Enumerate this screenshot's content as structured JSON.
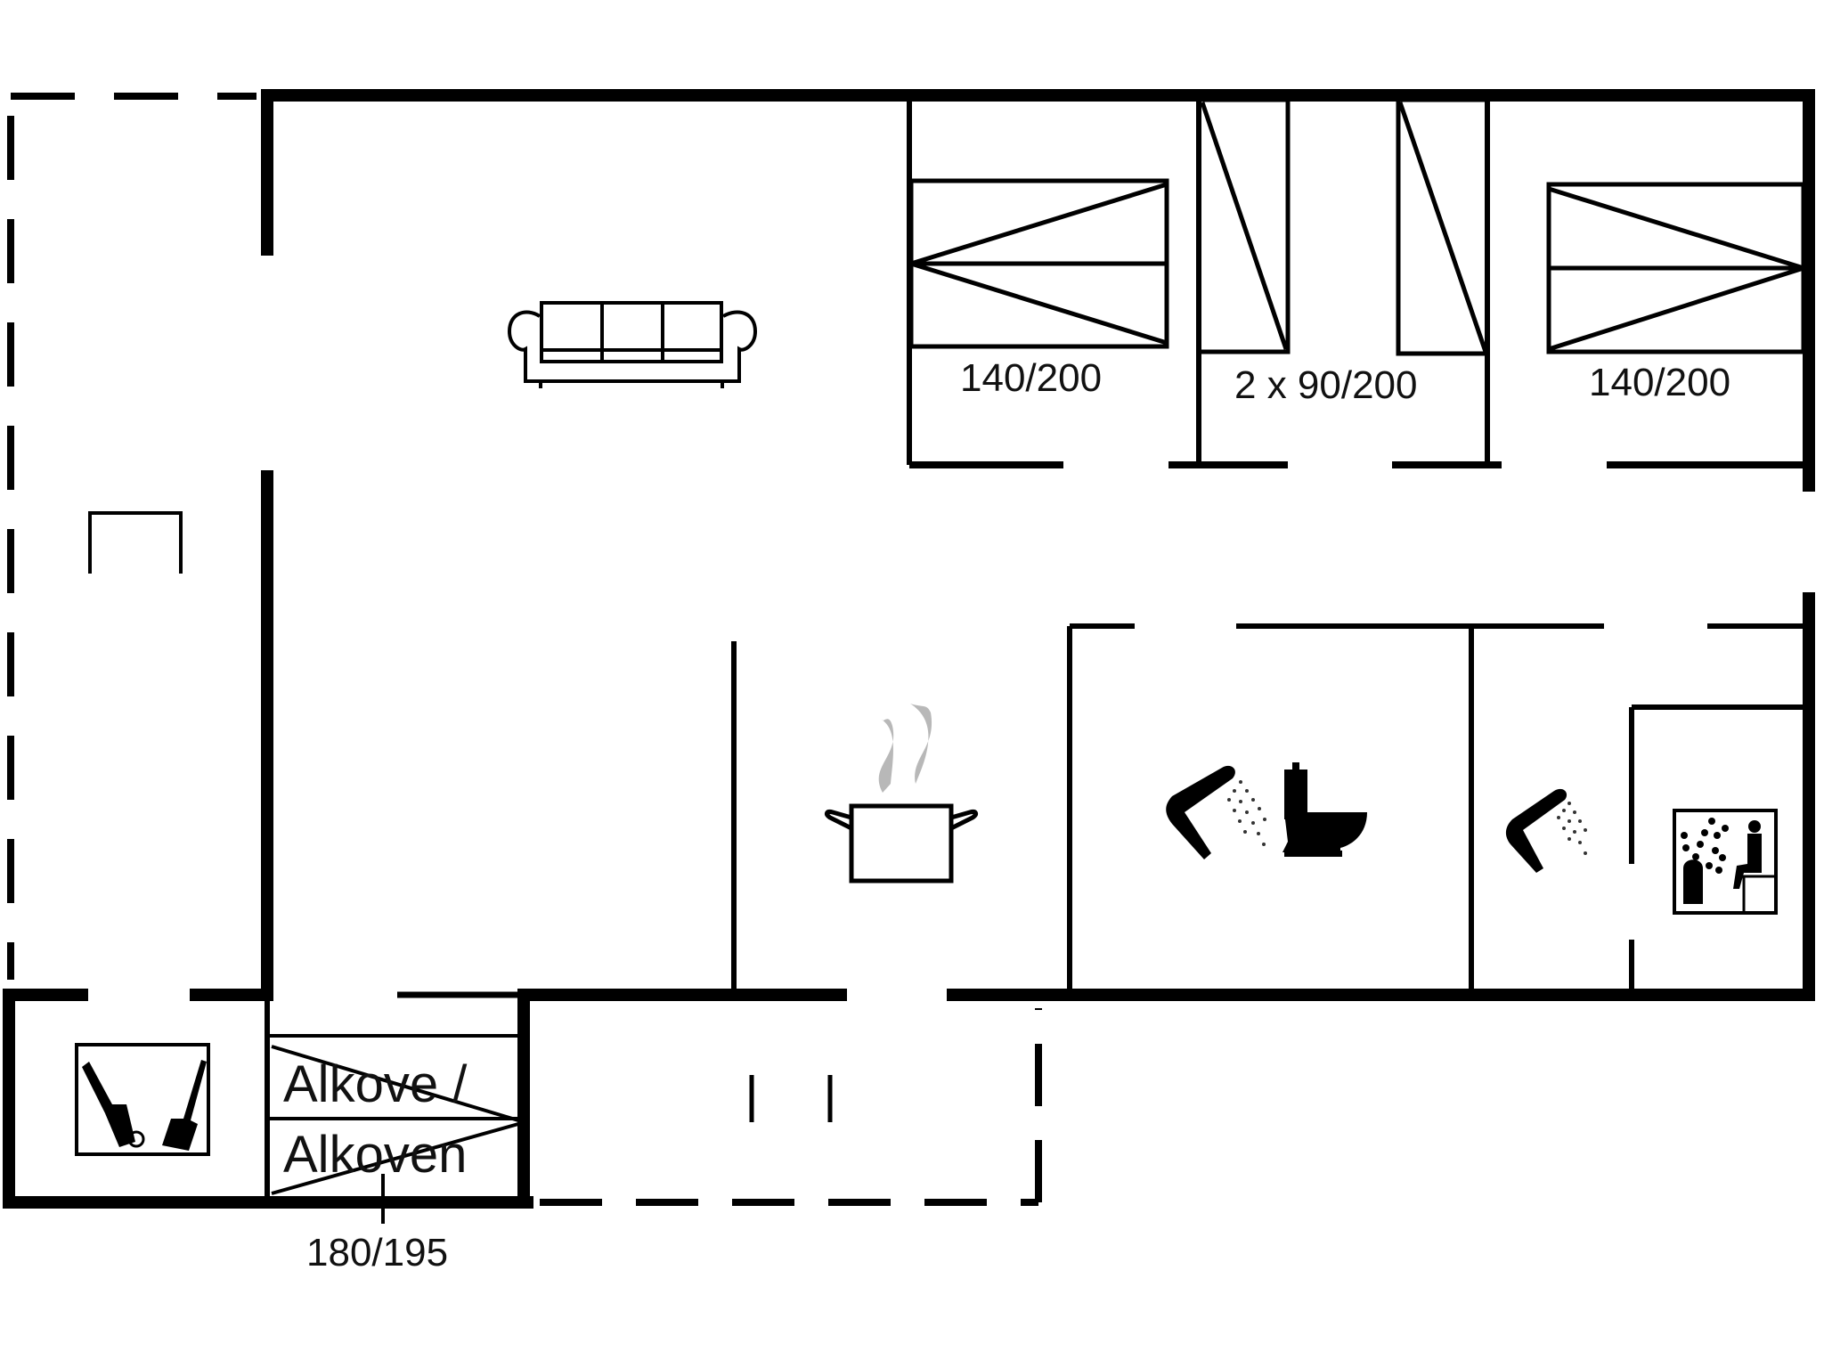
{
  "floorplan": {
    "colors": {
      "wall": "#000000",
      "steam": "#b5b5b5",
      "background": "#ffffff"
    },
    "rooms": [
      {
        "name": "living-room",
        "icon": "sofa-icon"
      },
      {
        "name": "bedroom-1",
        "bed_label": "140/200"
      },
      {
        "name": "bedroom-2",
        "bed_label": "2 x 90/200"
      },
      {
        "name": "bedroom-3",
        "bed_label": "140/200"
      },
      {
        "name": "kitchen",
        "icon": "cooking-pot-icon"
      },
      {
        "name": "bathroom-1",
        "icons": [
          "shower-icon",
          "toilet-icon"
        ]
      },
      {
        "name": "bathroom-2",
        "icons": [
          "shower-icon"
        ]
      },
      {
        "name": "sauna",
        "icons": [
          "sauna-icon"
        ]
      },
      {
        "name": "utility-room",
        "icons": [
          "cleaning-tools-icon"
        ]
      },
      {
        "name": "alcove",
        "label_line1": "Alkove /",
        "label_line2": "Alkoven",
        "bed_label": "180/195"
      },
      {
        "name": "covered-terrace"
      },
      {
        "name": "open-terrace"
      }
    ],
    "labels": {
      "bed1": "140/200",
      "bed2": "2 x 90/200",
      "bed3": "140/200",
      "alcove_line1": "Alkove /",
      "alcove_line2": "Alkoven",
      "alcove_bed": "180/195"
    }
  }
}
